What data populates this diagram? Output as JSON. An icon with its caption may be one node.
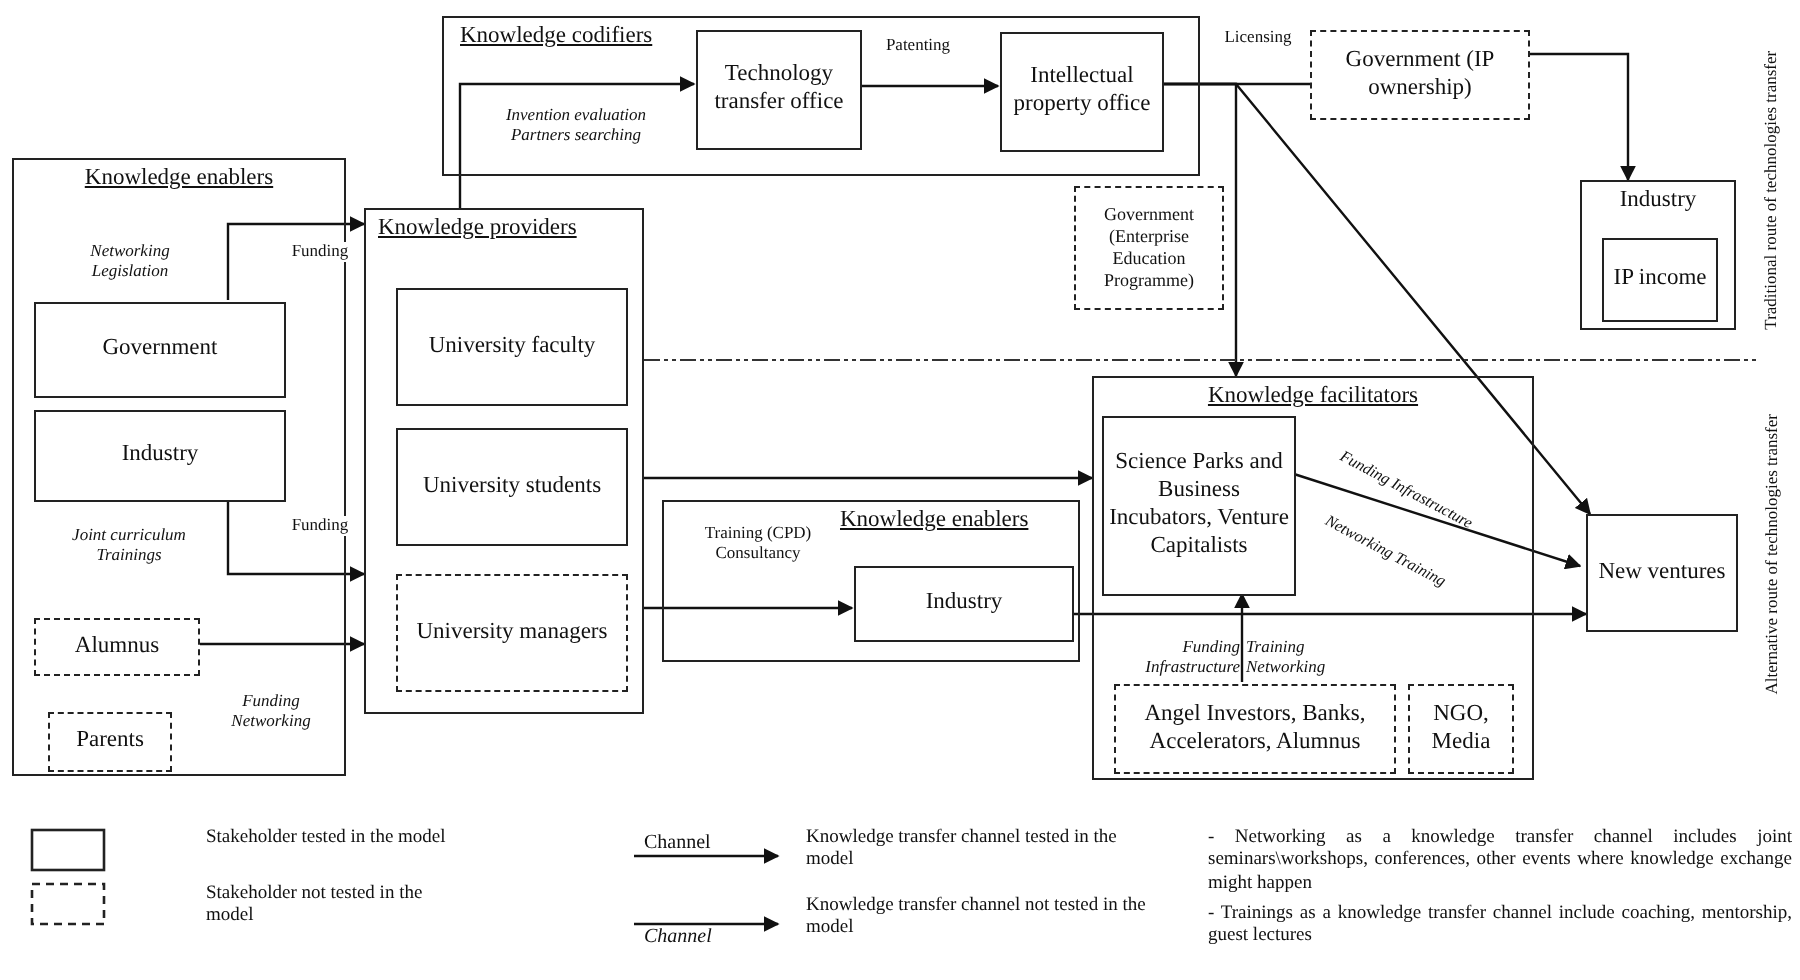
{
  "diagram": {
    "nodes": [
      {
        "text": [
          "Knowledge codifiers"
        ]
      },
      {
        "text": [
          "Technology transfer office"
        ],
        "in": 0
      },
      {
        "text": [
          "Intellectual property office"
        ],
        "in": 0
      },
      {
        "text": [
          "Government (IP ownership)"
        ]
      },
      {
        "text": [
          "Industry"
        ]
      },
      {
        "text": [
          "IP income"
        ],
        "in": 4
      },
      {
        "text": [
          "Government (Enterprise Education Programme)"
        ]
      },
      {
        "text": [
          "Knowledge enablers"
        ]
      },
      {
        "text": [
          "Government"
        ],
        "in": 7
      },
      {
        "text": [
          "Industry"
        ],
        "in": 7
      },
      {
        "text": [
          "Alumnus"
        ],
        "in": 7
      },
      {
        "text": [
          "Parents"
        ],
        "in": 7
      },
      {
        "text": [
          "Knowledge providers"
        ]
      },
      {
        "text": [
          "University faculty"
        ],
        "in": 12
      },
      {
        "text": [
          "University students"
        ],
        "in": 12
      },
      {
        "text": [
          "University managers"
        ],
        "in": 12
      },
      {
        "text": [
          "Knowledge enablers"
        ]
      },
      {
        "text": [
          "Industry"
        ],
        "in": 16
      },
      {
        "text": [
          "Knowledge facilitators"
        ]
      },
      {
        "text": [
          "Science Parks and Business Incubators, Venture Capitalists"
        ],
        "in": 18
      },
      {
        "text": [
          "Angel Investors, Banks, Accelerators, Alumnus"
        ],
        "in": 18
      },
      {
        "text": [
          "NGO, Media"
        ],
        "in": 18
      },
      {
        "text": [
          "New ventures"
        ]
      }
    ],
    "edges": [
      {
        "from": 12,
        "to": 1,
        "arrow": "to"
      },
      {
        "from": 1,
        "to": 2,
        "arrow": "to",
        "label": "Patenting"
      },
      {
        "from": 2,
        "to": 3,
        "arrow": "none",
        "label": "Licensing"
      },
      {
        "from": 3,
        "to": 4,
        "arrow": "to"
      },
      {
        "from": 2,
        "to": 18,
        "arrow": "to"
      },
      {
        "from": 2,
        "to": 22,
        "arrow": "to"
      },
      {
        "from": 8,
        "to": 12,
        "arrow": "to",
        "label": "Funding"
      },
      {
        "from": 9,
        "to": 12,
        "arrow": "to",
        "label": "Funding"
      },
      {
        "from": 10,
        "to": 12,
        "arrow": "to"
      },
      {
        "from": 12,
        "to": 18,
        "arrow": "to"
      },
      {
        "from": 12,
        "to": 17,
        "arrow": "to",
        "label": "Training (CPD) Consultancy"
      },
      {
        "from": 17,
        "to": 22,
        "arrow": "to"
      },
      {
        "from": 20,
        "to": 19,
        "arrow": "to"
      },
      {
        "from": 19,
        "to": 22,
        "arrow": "to"
      }
    ],
    "labels": [
      "Invention evaluation Partners searching",
      "Networking Legislation",
      "Joint curriculum Trainings",
      "Funding Networking",
      "Funding Infrastructure",
      "Networking Training",
      "Funding Infrastructure",
      "Training Networking",
      "Traditional route of technologies transfer",
      "Alternative route of technologies transfer",
      "Channel",
      "Channel",
      "- Networking as a knowledge transfer channel includes joint seminars\\workshops, conferences, other events where knowledge exchange might happen",
      "- Trainings as a knowledge transfer channel include coaching, mentorship, guest lectures"
    ],
    "legend": [
      {
        "text": "Stakeholder tested in the model"
      },
      {
        "text": "Stakeholder not tested in the model"
      },
      {
        "text": "Knowledge transfer channel tested in the model"
      },
      {
        "text": "Knowledge transfer channel not tested in the model"
      }
    ]
  }
}
